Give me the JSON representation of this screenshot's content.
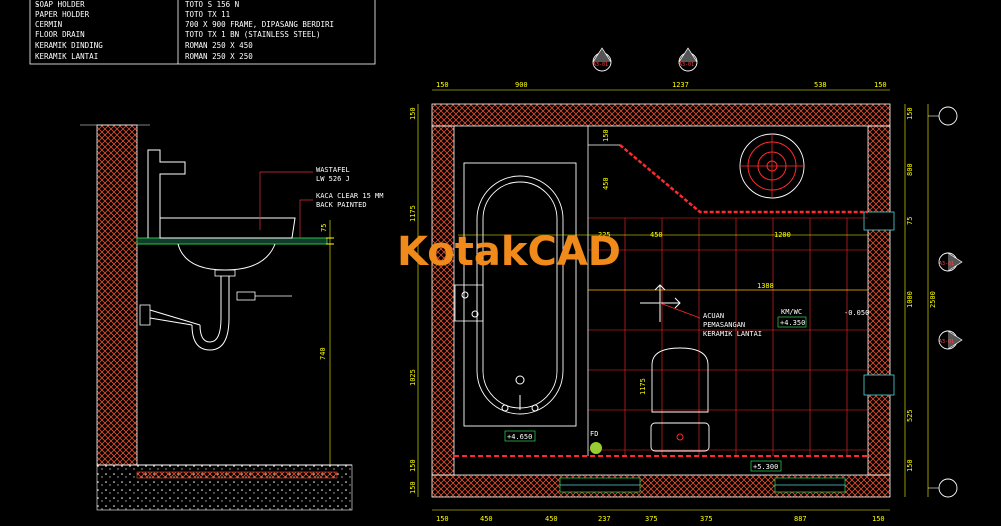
{
  "schedule": {
    "items": [
      "SOAP HOLDER",
      "PAPER HOLDER",
      "CERMIN",
      "FLOOR DRAIN",
      "KERAMIK DINDING",
      "KERAMIK LANTAI"
    ],
    "specs": [
      "TOTO S 156 N",
      "TOTO TX 11",
      "700 X 900 FRAME, DIPASANG BERDIRI",
      "TOTO TX 1 BN (STAINLESS STEEL)",
      "ROMAN 250 X 450",
      "ROMAN 250 X 250"
    ]
  },
  "section": {
    "label_wastafel": "WASTAFEL",
    "label_wastafel_model": "LW 526 J",
    "label_kaca": "KACA CLEAR 15 MM",
    "label_kaca_sub": "BACK PAINTED",
    "dim_75": "75",
    "dim_740": "740"
  },
  "plan": {
    "sec_tags": [
      "A3-01",
      "A3-01",
      "A3-01",
      "A3-01"
    ],
    "dims_top": [
      "150",
      "900",
      "1237",
      "538",
      "150"
    ],
    "dims_bottom": [
      "150",
      "450",
      "450",
      "237",
      "375",
      "375",
      "887",
      "150"
    ],
    "dims_left": [
      "150",
      "1175",
      "1025",
      "150",
      "150"
    ],
    "dims_right": [
      "150",
      "800",
      "75",
      "1000",
      "525",
      "150"
    ],
    "dim_total_right": "2500",
    "dims_inner": [
      "225",
      "450",
      "1200",
      "1388",
      "450",
      "150",
      "1175"
    ],
    "acuan_label": [
      "ACUAN",
      "PEMASANGAN",
      "KERAMIK LANTAI"
    ],
    "kmwc_label": "KM/WC",
    "levels": [
      "+4.350",
      "+4.650",
      "+5.300",
      "-0.050"
    ],
    "fd_label": "FD"
  },
  "watermark": "KotakCAD",
  "colors": {
    "wall_hatch": "#e05030",
    "dimension": "#ffff00",
    "text": "#ffffff",
    "tile": "#ff2a2a",
    "green": "#29c04a",
    "cyan": "#4fd6d6"
  }
}
